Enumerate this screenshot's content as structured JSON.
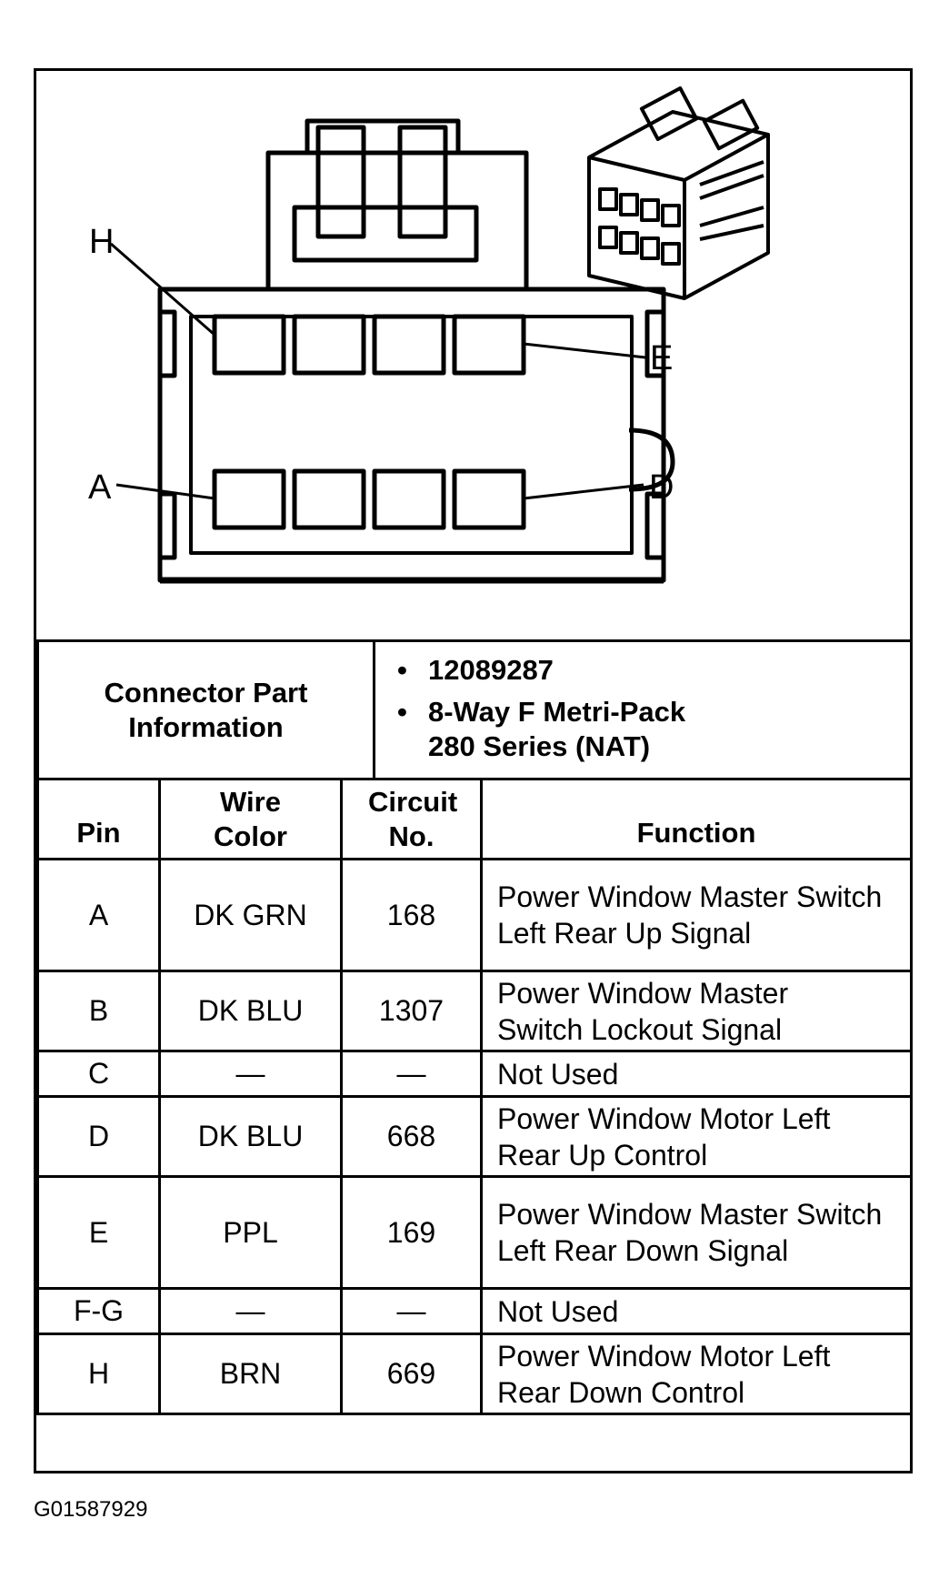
{
  "connector_view": {
    "pin_labels": {
      "top_left": "H",
      "top_right": "E",
      "bottom_left": "A",
      "bottom_right": "D"
    }
  },
  "part_info": {
    "label": "Connector Part Information",
    "items": [
      "12089287",
      "8-Way F Metri-Pack 280 Series (NAT)"
    ]
  },
  "pin_table": {
    "headers": {
      "pin": "Pin",
      "wire_color": "Wire Color",
      "circuit_no": "Circuit No.",
      "function": "Function"
    },
    "rows": [
      {
        "pin": "A",
        "wire_color": "DK GRN",
        "circuit": "168",
        "function": "Power Window Master Switch Left Rear Up Signal"
      },
      {
        "pin": "B",
        "wire_color": "DK BLU",
        "circuit": "1307",
        "function": "Power Window Master Switch Lockout Signal"
      },
      {
        "pin": "C",
        "wire_color": "—",
        "circuit": "—",
        "function": "Not Used"
      },
      {
        "pin": "D",
        "wire_color": "DK BLU",
        "circuit": "668",
        "function": "Power Window Motor Left Rear Up Control"
      },
      {
        "pin": "E",
        "wire_color": "PPL",
        "circuit": "169",
        "function": "Power Window Master Switch Left Rear Down Signal"
      },
      {
        "pin": "F-G",
        "wire_color": "—",
        "circuit": "—",
        "function": "Not Used"
      },
      {
        "pin": "H",
        "wire_color": "BRN",
        "circuit": "669",
        "function": "Power Window Motor Left Rear Down Control"
      }
    ]
  },
  "figure_id": "G01587929"
}
